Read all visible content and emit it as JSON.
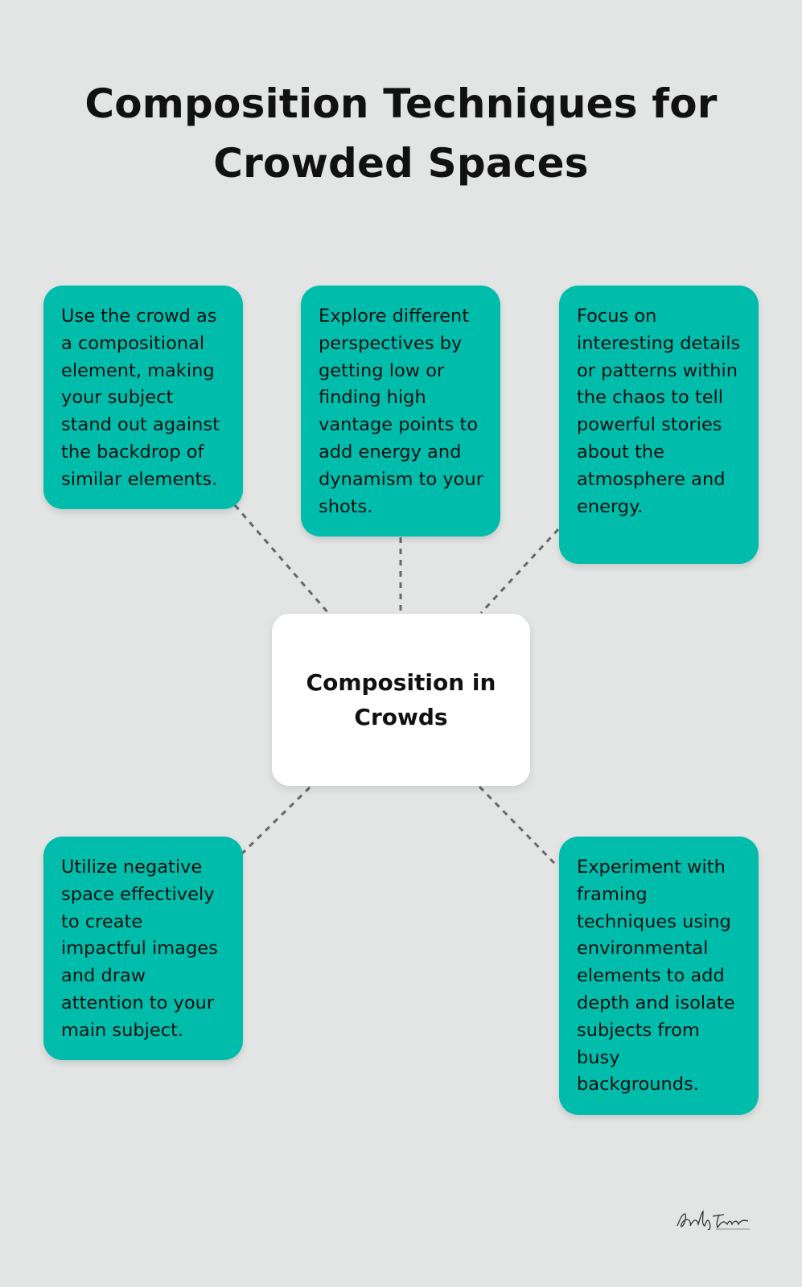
{
  "title_line1": "Composition Techniques for",
  "title_line2": "Crowded Spaces",
  "center_label": "Composition in Crowds",
  "nodes": [
    {
      "text": "Use the crowd as a compositional element, making your subject stand out against the backdrop of similar elements."
    },
    {
      "text": "Explore different perspectives by getting low or finding high vantage points to add energy and dynamism to your shots."
    },
    {
      "text": "Focus on interesting details or patterns within the chaos to tell powerful stories about the atmosphere and energy."
    },
    {
      "text": "Utilize negative space effectively to create impactful images and draw attention to your main subject."
    },
    {
      "text": "Experiment with framing techniques using environmental elements to add depth and isolate subjects from busy backgrounds."
    }
  ],
  "colors": {
    "background": "#e3e5e5",
    "node_fill": "#00bdab",
    "center_fill": "#ffffff",
    "connector": "#666666",
    "text": "#111111"
  },
  "signature": "Kelly Tarecki"
}
